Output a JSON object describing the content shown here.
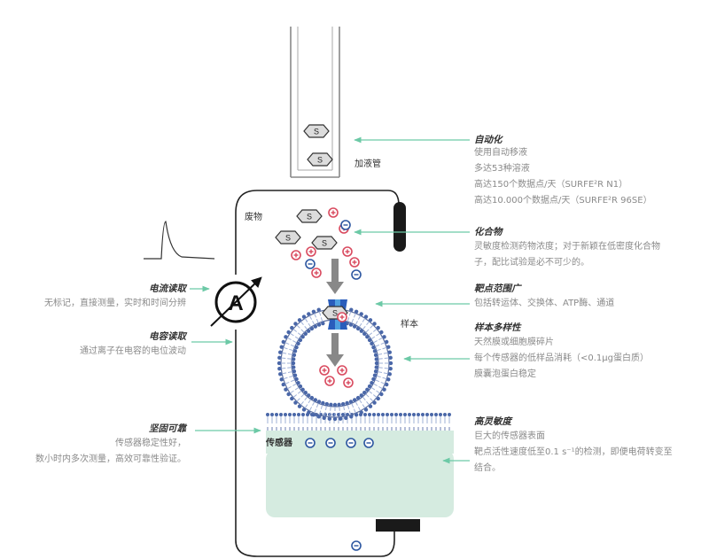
{
  "labels": {
    "tube": "加液管",
    "waste": "废物",
    "sample": "样本",
    "sensor": "传感器"
  },
  "annotations": {
    "automation": {
      "title": "自动化",
      "lines": [
        "使用自动移液",
        "多达53种溶液",
        "高达150个数据点/天（SURFE²R N1）",
        "高达10.000个数据点/天（SURFE²R 96SE）"
      ]
    },
    "compounds": {
      "title": "化合物",
      "lines": [
        "灵敏度检测药物浓度；对于新颖在低密度化合物",
        "子，配比试验是必不可少的。"
      ]
    },
    "targets": {
      "title": "靶点范围广",
      "lines": [
        "包括转运体、交换体、ATP酶、通道"
      ]
    },
    "samples": {
      "title": "样本多样性",
      "lines": [
        "天然膜或细胞膜碎片",
        "每个传感器的低样品消耗（<0.1µg蛋白质）",
        "膜囊泡蛋白稳定"
      ]
    },
    "sensitivity": {
      "title": "高灵敏度",
      "lines": [
        "巨大的传感器表面",
        "靶点活性速度低至0.1 s⁻¹的检测，即便电荷转变至",
        "结合。"
      ]
    },
    "current": {
      "title": "电流读取",
      "lines": [
        "无标记，直接测量，实时和时间分辨"
      ]
    },
    "capacitance": {
      "title": "电容读取",
      "lines": [
        "通过离子在电容的电位波动"
      ]
    },
    "robust": {
      "title": "坚固可靠",
      "lines": [
        "传感器稳定性好，",
        "数小时内多次测量，高效可靠性验证。"
      ]
    }
  },
  "icons": {
    "ammeter": "A",
    "substrate": "S"
  },
  "colors": {
    "arrow_green": "#6cc9a6",
    "sensor_fill": "#d5ebe0",
    "membrane": "#5b6e9e",
    "positive_ion": "#d94a5f",
    "negative_ion": "#2c56a0"
  }
}
